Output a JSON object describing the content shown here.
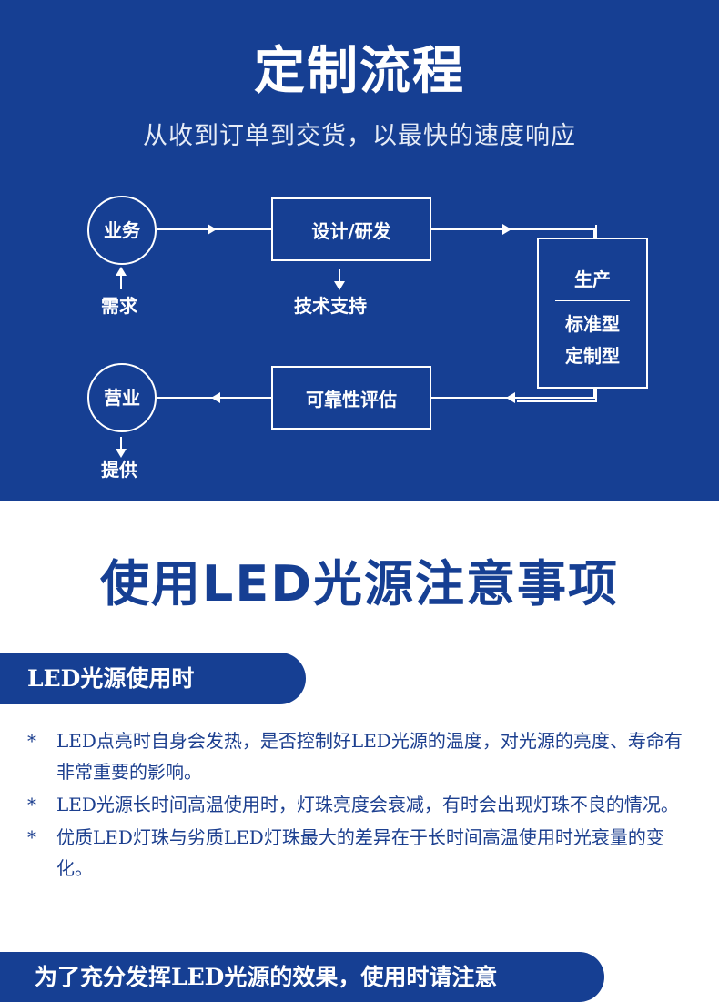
{
  "process": {
    "title": "定制流程",
    "subtitle": "从收到订单到交货，以最快的速度响应",
    "nodes": {
      "business": "业务",
      "demand": "需求",
      "design": "设计/研发",
      "tech_support": "技术支持",
      "production": "生产",
      "standard_type": "标准型",
      "custom_type": "定制型",
      "reliability": "可靠性评估",
      "sales": "营业",
      "provide": "提供"
    }
  },
  "notice": {
    "heading": "使用LED光源注意事项",
    "section1_title": "LED光源使用时",
    "bullet": "*",
    "items": [
      "LED点亮时自身会发热，是否控制好LED光源的温度，对光源的亮度、寿命有非常重要的影响。",
      "LED光源长时间高温使用时，灯珠亮度会衰减，有时会出现灯珠不良的情况。",
      "优质LED灯珠与劣质LED灯珠最大的差异在于长时间高温使用时光衰量的变化。"
    ],
    "section2_title": "为了充分发挥LED光源的效果，使用时请注意"
  },
  "colors": {
    "brand_blue": "#163f93",
    "text_blue": "#1c3f8f",
    "white": "#ffffff"
  }
}
